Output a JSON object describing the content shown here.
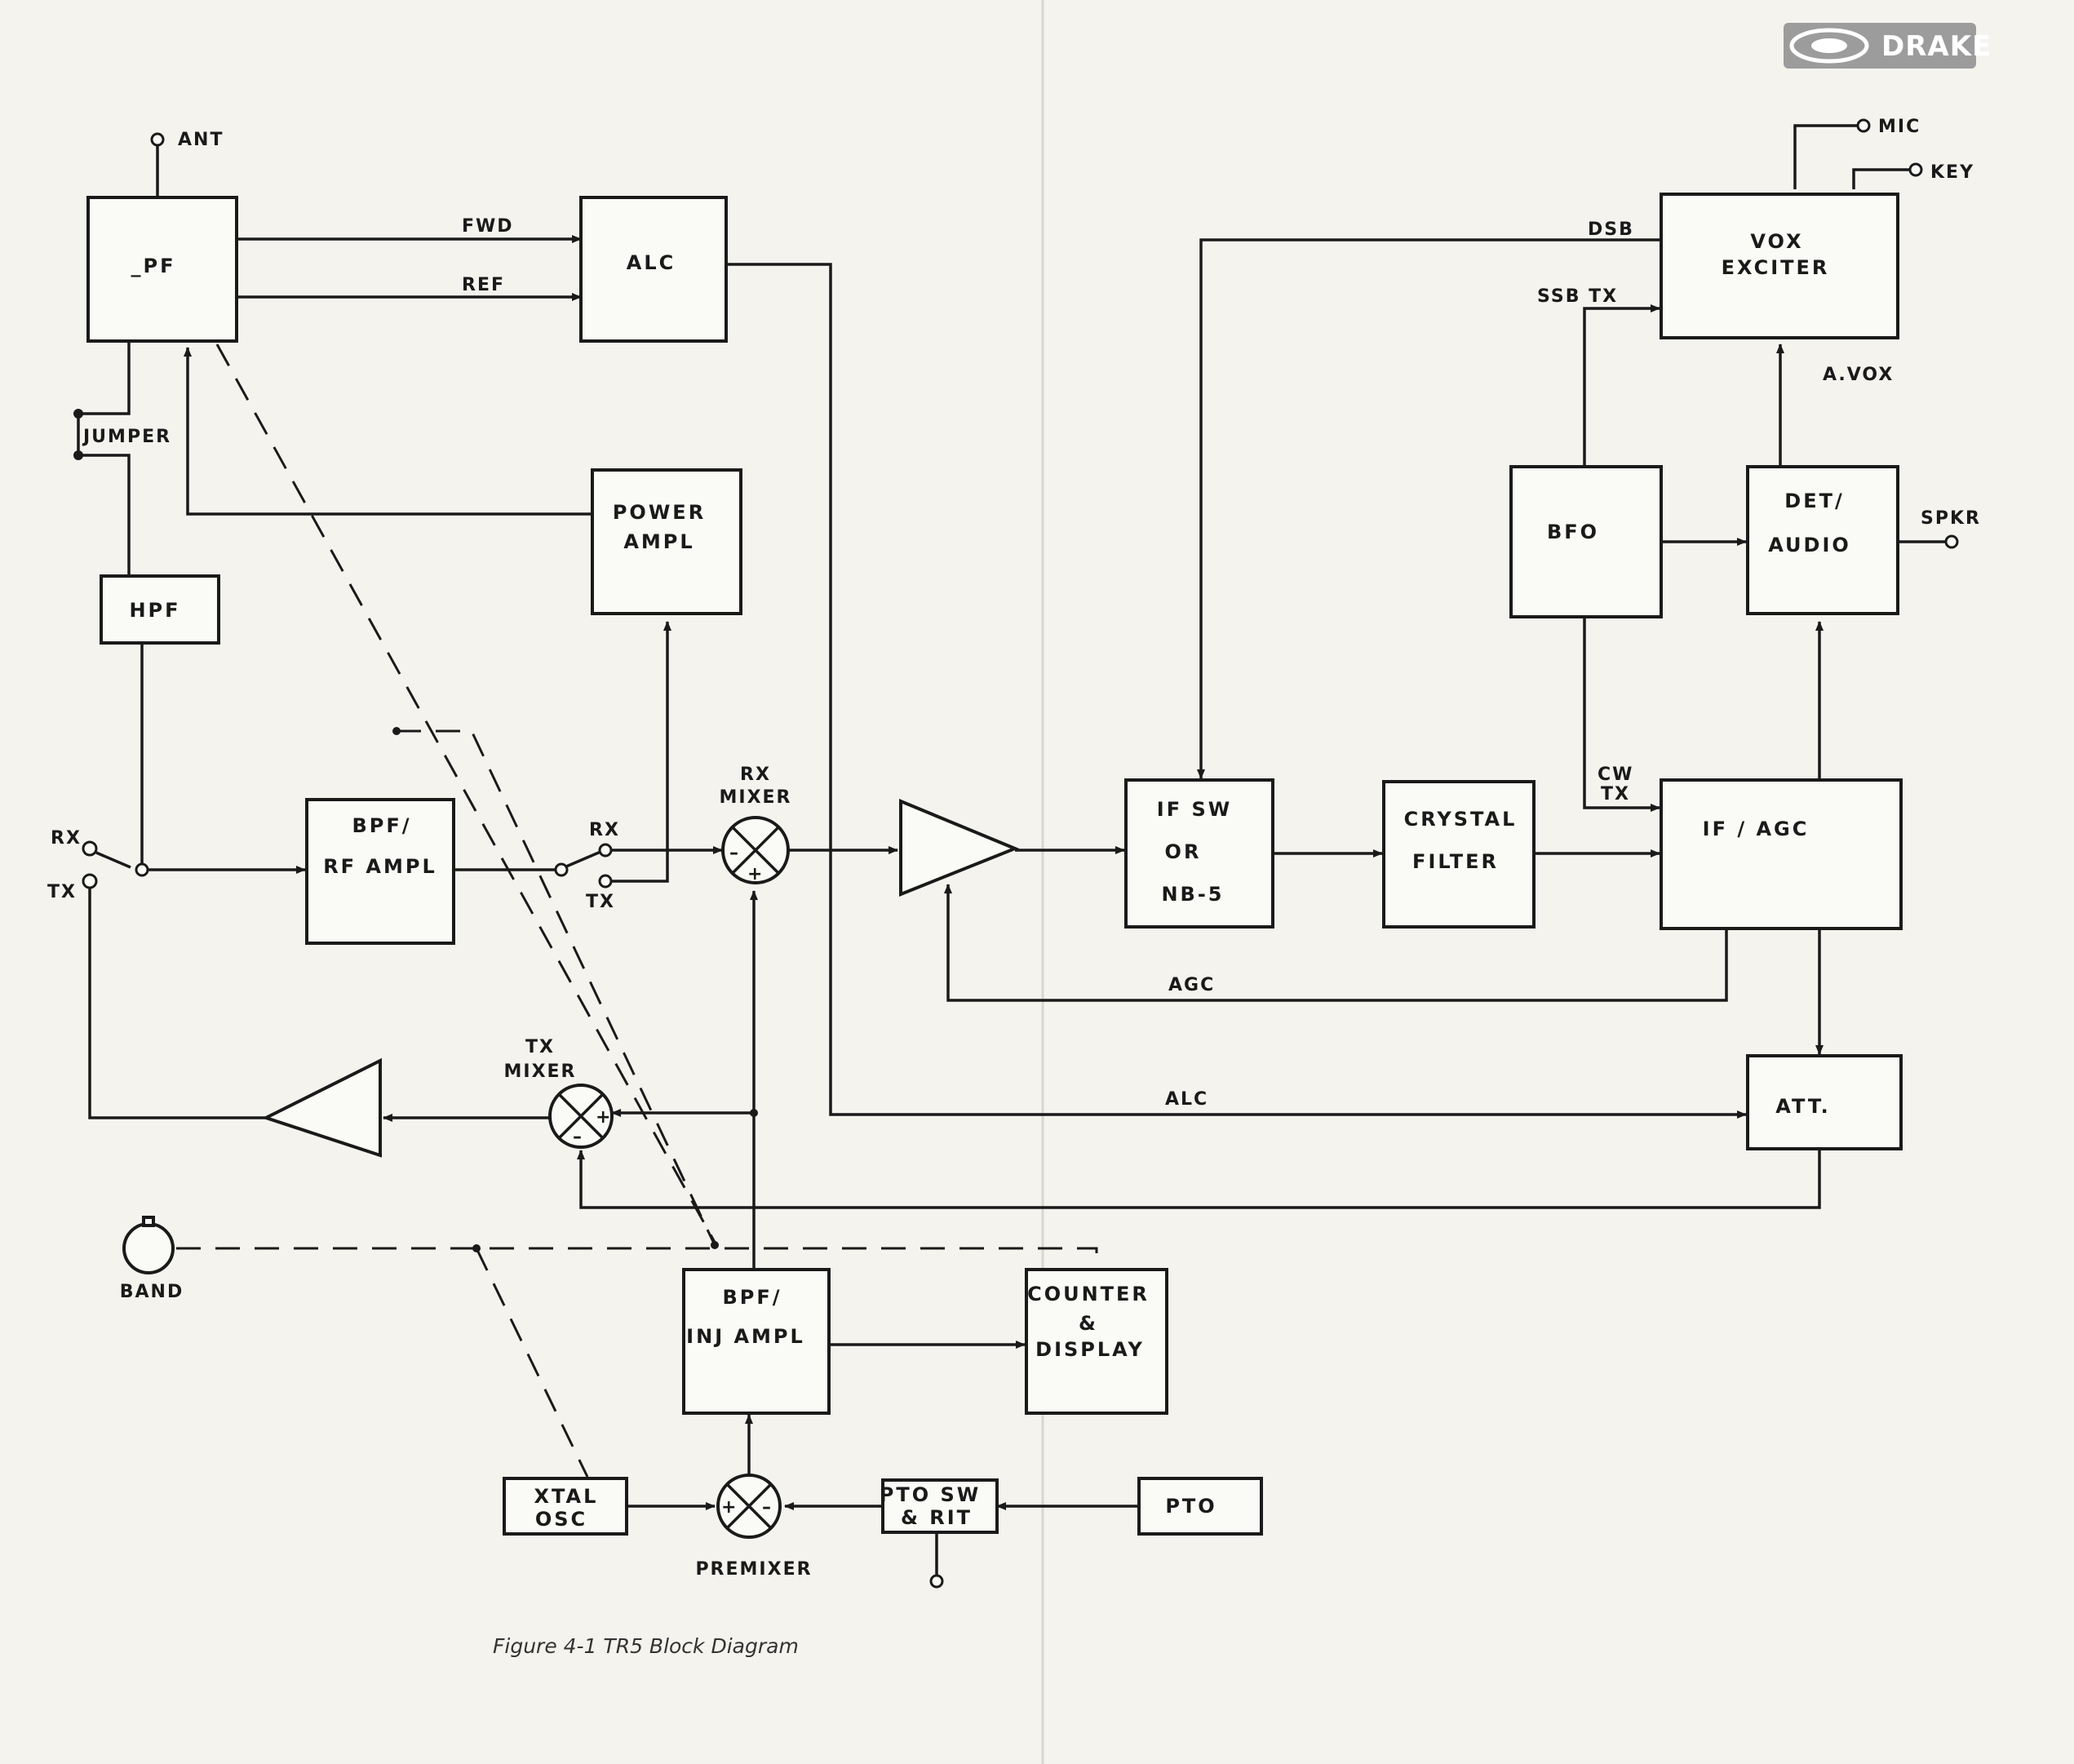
{
  "logo": {
    "brand": "DRAKE"
  },
  "caption": "Figure 4-1  TR5 Block Diagram",
  "blocks": {
    "lpf": "_PF",
    "alc_block": "ALC",
    "hpf": "HPF",
    "power_ampl": [
      "POWER",
      "AMPL"
    ],
    "bpf_rf_ampl": [
      "BPF/",
      "RF AMPL"
    ],
    "bpf_inj_ampl": [
      "BPF/",
      "INJ AMPL"
    ],
    "counter_display": [
      "COUNTER",
      "&",
      "DISPLAY"
    ],
    "xtal_osc": [
      "XTAL",
      "OSC"
    ],
    "pto_sw_rit": [
      "PTO SW",
      "& RIT"
    ],
    "pto": "PTO",
    "if_sw": [
      "IF  SW",
      "OR",
      "NB-5"
    ],
    "crystal_filter": [
      "CRYSTAL",
      "FILTER"
    ],
    "if_agc": "IF / AGC",
    "att": "ATT.",
    "bfo": "BFO",
    "det_audio": [
      "DET/",
      "AUDIO"
    ],
    "vox_exciter": [
      "VOX",
      "EXCITER"
    ]
  },
  "labels": {
    "ant": "ANT",
    "fwd": "FWD",
    "ref": "REF",
    "jumper": "JUMPER",
    "rx_sw": "RX",
    "tx_sw": "TX",
    "rx_sw2": "RX",
    "tx_sw2": "TX",
    "rx_mixer": [
      "RX",
      "MIXER"
    ],
    "tx_mixer": [
      "TX",
      "MIXER"
    ],
    "premixer": "PREMIXER",
    "band": "BAND",
    "agc": "AGC",
    "alc_line": "ALC",
    "dsb": "DSB",
    "ssb_tx": "SSB TX",
    "cw_tx": [
      "CW",
      "TX"
    ],
    "a_vox": "A.VOX",
    "mic": "MIC",
    "key": "KEY",
    "spkr": "SPKR"
  }
}
